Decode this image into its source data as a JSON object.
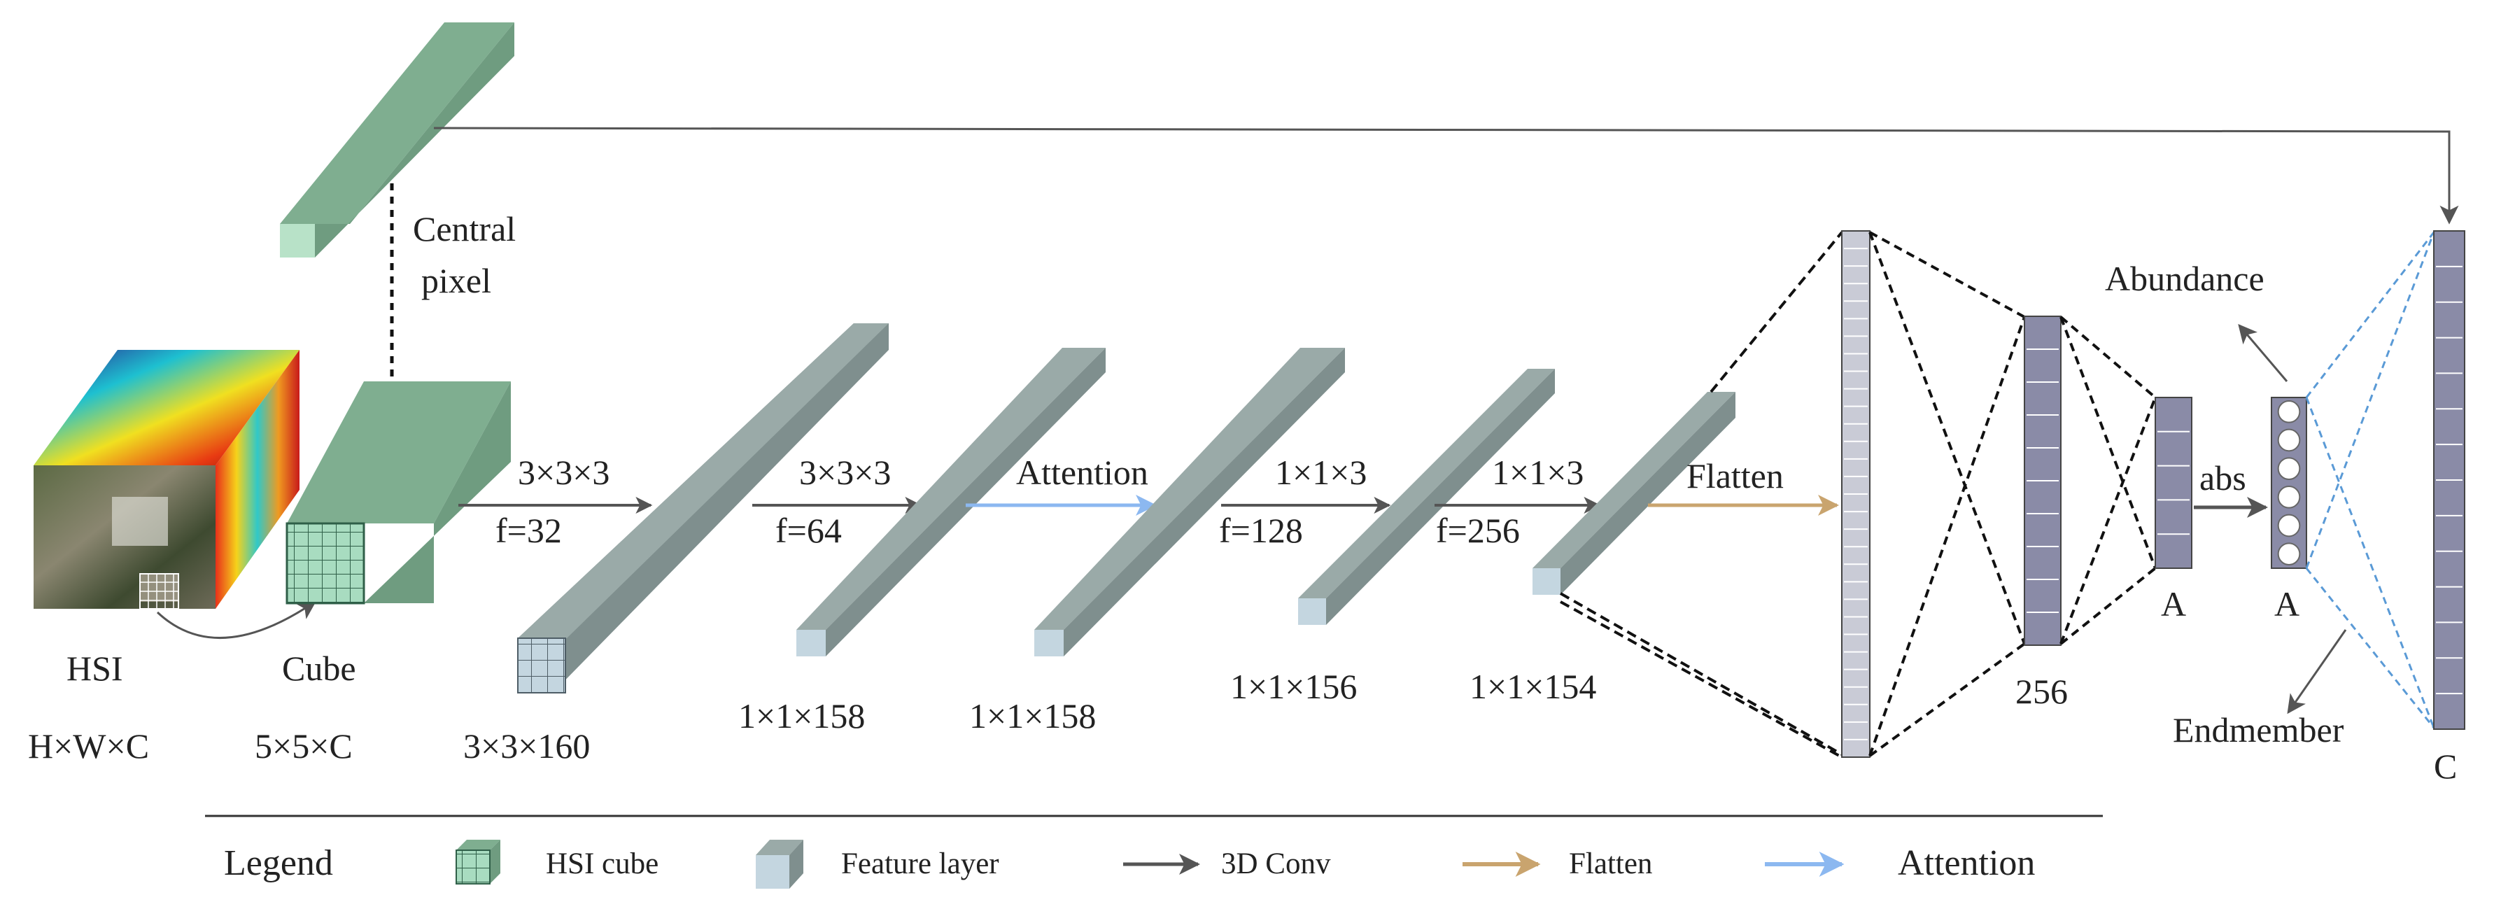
{
  "colors": {
    "hsi_cube_front": "#a8dcc0",
    "hsi_cube_top": "#7fae90",
    "hsi_cube_side": "#6f9c80",
    "feature_front": "#c4d6e0",
    "feature_top": "#9aaaa8",
    "feature_side": "#7f8f8e",
    "column": "#8a8ba7",
    "conv_arrow": "#555555",
    "flatten_arrow": "#c9a46e",
    "attention_arrow": "#8cb8f0",
    "dashed_dark": "#111111",
    "dashed_blue": "#5a9ad6"
  },
  "icons": {
    "hsi_image": "hyperspectral-image-cube-icon",
    "cube": "hsi-cube-icon",
    "feature": "feature-layer-icon",
    "pixel": "pixel-circle-icon"
  },
  "labels": {
    "central_pixel_line1": "Central",
    "central_pixel_line2": "pixel",
    "hsi": "HSI",
    "hsi_dim": "H×W×C",
    "cube": "Cube",
    "cube_dim": "5×5×C",
    "f1_dim": "3×3×160",
    "f2_dim": "1×1×158",
    "f3_dim": "1×1×158",
    "f4_dim": "1×1×156",
    "f5_dim": "1×1×154",
    "dense_256": "256",
    "a1": "A",
    "a2": "A",
    "abs": "abs",
    "abundance": "Abundance",
    "endmember": "Endmember",
    "c": "C"
  },
  "arrows": {
    "conv1_kernel": "3×3×3",
    "conv1_filters": "f=32",
    "conv2_kernel": "3×3×3",
    "conv2_filters": "f=64",
    "attention": "Attention",
    "conv3_kernel": "1×1×3",
    "conv3_filters": "f=128",
    "conv4_kernel": "1×1×3",
    "conv4_filters": "f=256",
    "flatten": "Flatten"
  },
  "legend": {
    "title": "Legend",
    "hsi_cube": "HSI cube",
    "feature_layer": "Feature layer",
    "conv": "3D  Conv",
    "flatten": "Flatten",
    "attention": "Attention"
  }
}
